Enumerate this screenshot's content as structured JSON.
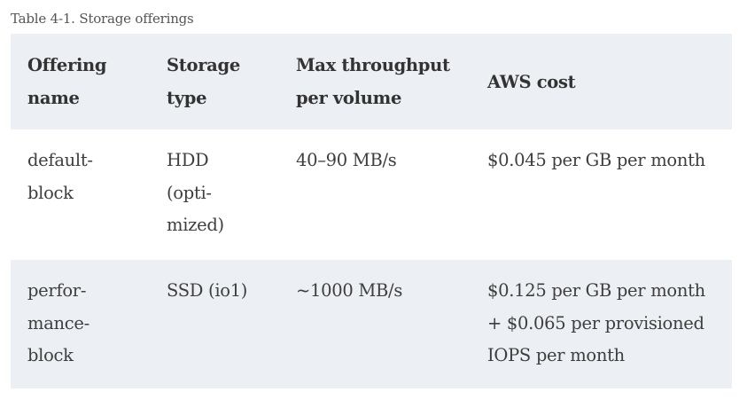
{
  "caption": "Table 4-1. Storage offerings",
  "table": {
    "headers": [
      "Offering\nname",
      "Storage\ntype",
      "Max throughput\nper volume",
      "AWS cost"
    ],
    "rows": [
      [
        "default-\nblock",
        "HDD\n(opti-\nmized)",
        "40–90 MB/s",
        "$0.045 per GB per month"
      ],
      [
        "perfor-\nmance-\nblock",
        "SSD (io1)",
        "~1000 MB/s",
        "$0.125 per GB per month\n+ $0.065 per provisioned\nIOPS per month"
      ]
    ]
  }
}
